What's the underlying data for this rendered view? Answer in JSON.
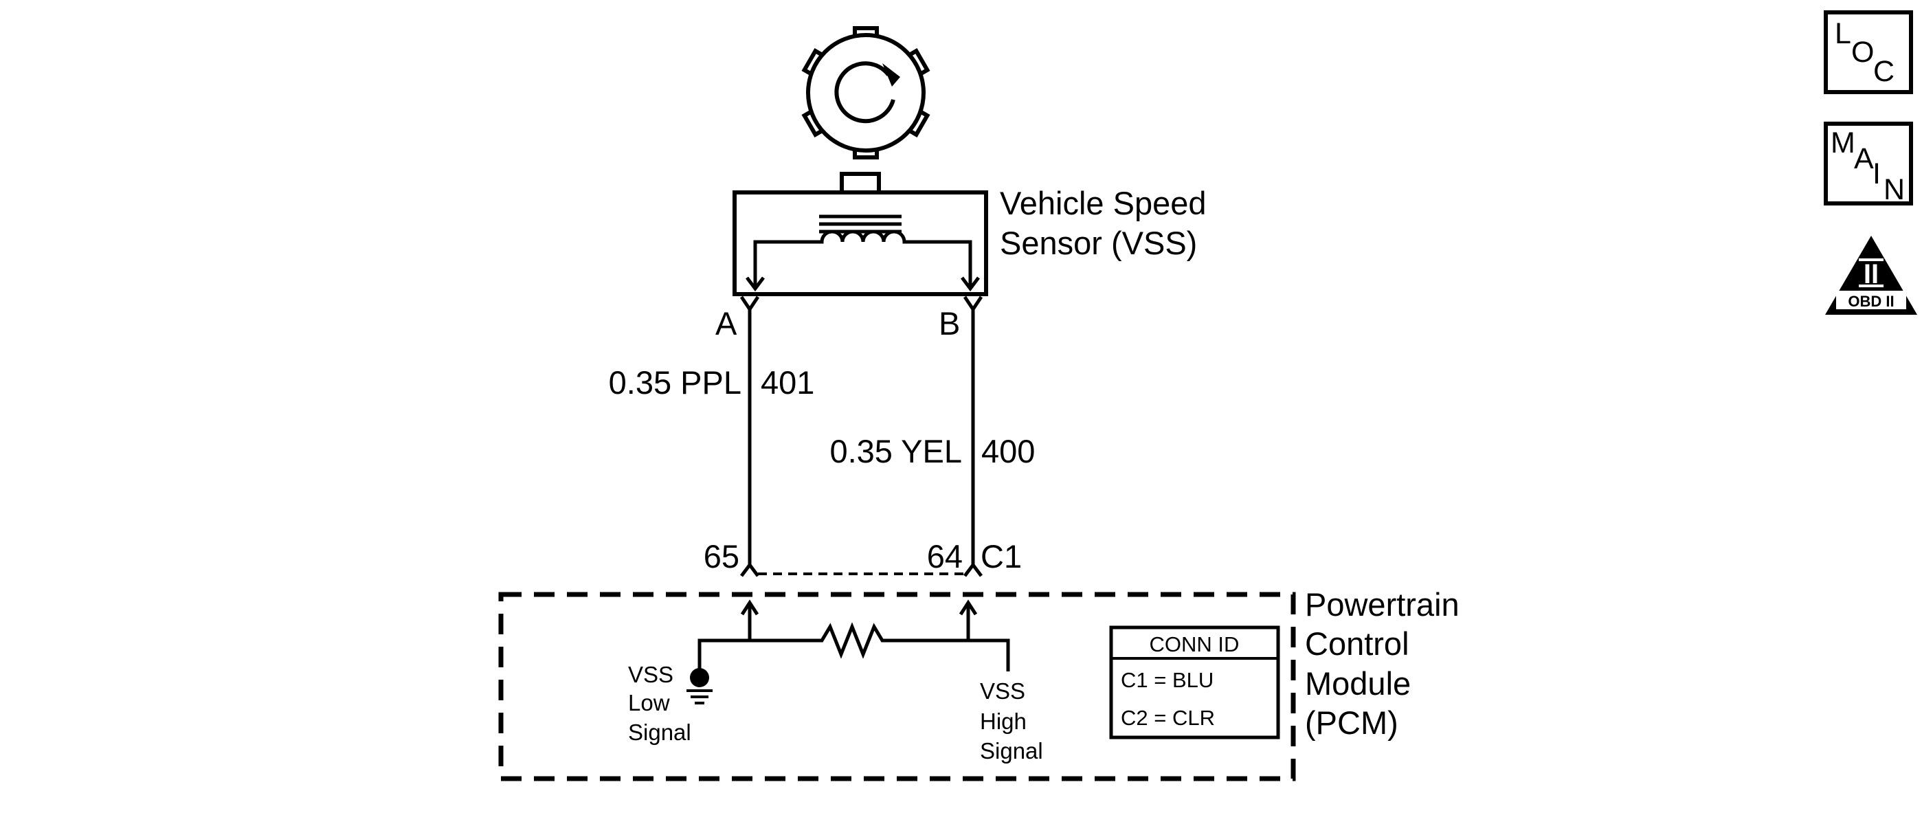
{
  "sensor": {
    "name_line1": "Vehicle Speed",
    "name_line2": "Sensor (VSS)",
    "pin_a": "A",
    "pin_b": "B"
  },
  "wires": {
    "wire_a": {
      "gauge_color": "0.35 PPL",
      "circuit": "401"
    },
    "wire_b": {
      "gauge_color": "0.35 YEL",
      "circuit": "400"
    }
  },
  "pcm": {
    "pin_left": "65",
    "pin_right": "64",
    "connector": "C1",
    "name_line1": "Powertrain",
    "name_line2": "Control",
    "name_line3": "Module",
    "name_line4": "(PCM)",
    "low_signal": [
      "VSS",
      "Low",
      "Signal"
    ],
    "high_signal": [
      "VSS",
      "High",
      "Signal"
    ],
    "conn_id": {
      "title": "CONN ID",
      "rows": [
        "C1 = BLU",
        "C2 = CLR"
      ]
    }
  },
  "nav_icons": {
    "loc": {
      "chars": [
        "L",
        "O",
        "C"
      ]
    },
    "main": {
      "chars": [
        "M",
        "A",
        "I",
        "N"
      ]
    },
    "obd": {
      "numeral": "II",
      "label": "OBD II"
    }
  }
}
